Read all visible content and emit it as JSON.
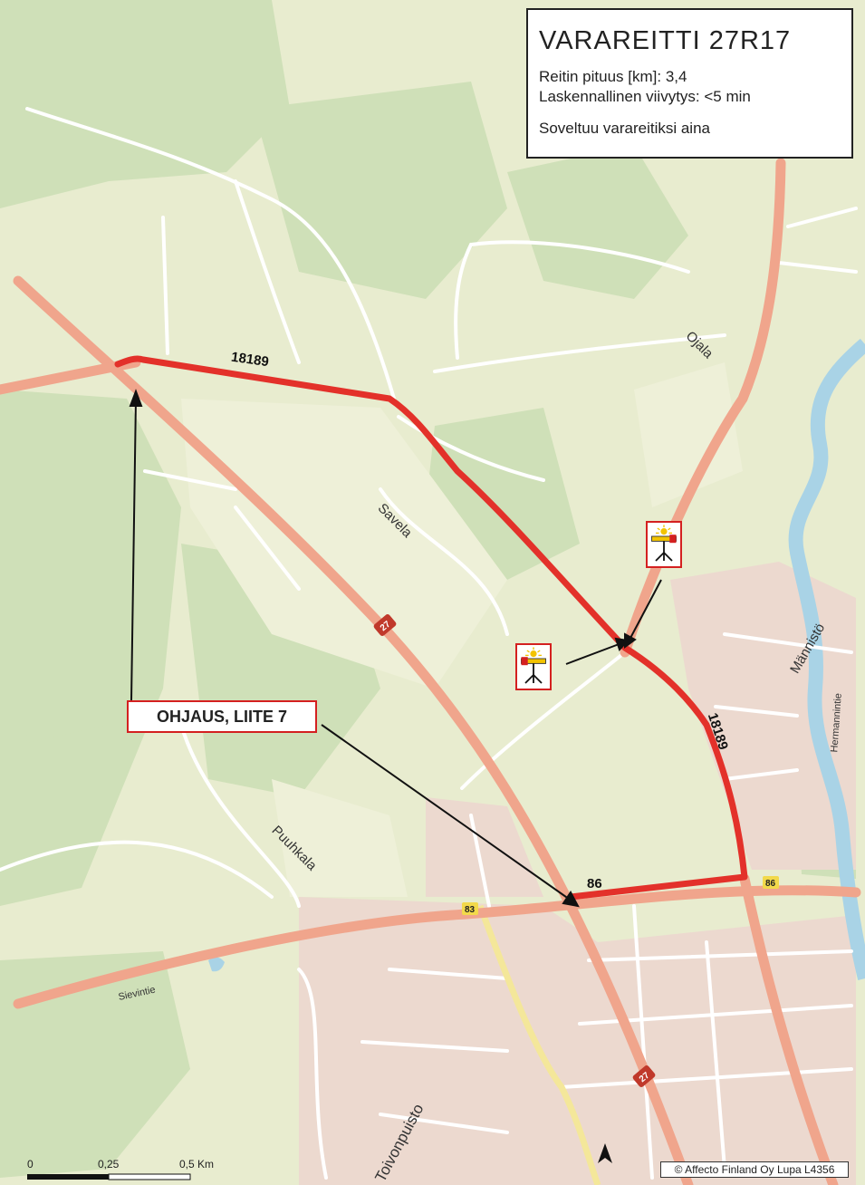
{
  "info": {
    "title": "VARAREITTI  27R17",
    "length": "Reitin pituus [km]: 3,4",
    "delay": "Laskennallinen viivytys: <5 min",
    "note": "Soveltuu varareitiksi aina"
  },
  "callout": "OHJAUS, LIITE 7",
  "road_labels": {
    "r18189_a": "18189",
    "r18189_b": "18189",
    "r86_a": "86",
    "r86_b": "86",
    "r27_a": "27",
    "r27_b": "27",
    "r83": "83"
  },
  "place_labels": {
    "savela": "Savela",
    "ojala": "Ojala",
    "puuhkala": "Puuhkala",
    "mannisto": "Männistö",
    "toivonpuisto": "Toivonpuisto",
    "sievintie": "Sievintie",
    "hermannintie": "Hermannintie"
  },
  "scale": {
    "s0": "0",
    "s1": "0,25",
    "s2": "0,5 Km"
  },
  "copyright": "© Affecto Finland Oy Lupa L4356",
  "colors": {
    "background": "#e8eccf",
    "forest": "#cfe0b8",
    "field": "#eef0d8",
    "urban": "#ecd9cf",
    "water": "#a9d3e6",
    "main_road": "#f0a58c",
    "route": "#e3312a",
    "minor_road": "#ffffff"
  },
  "icons": {
    "sign": "detour-sign-icon",
    "arrow": "pointer-arrow-icon",
    "north": "north-arrow-icon"
  }
}
